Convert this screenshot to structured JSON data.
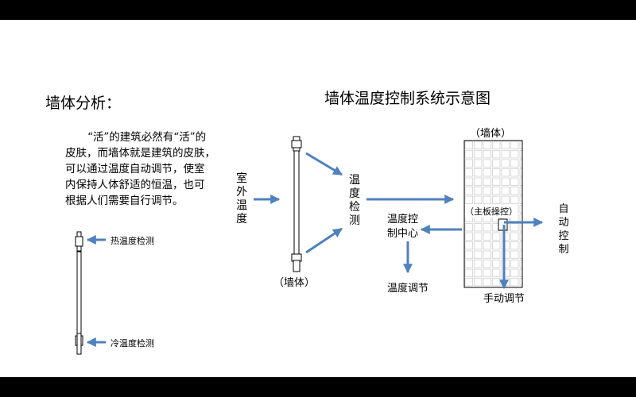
{
  "left_title": "墙体分析：",
  "right_title": "墙体温度控制系统示意图",
  "paragraph": [
    "“活”的建筑必然有“活”的",
    "皮肤，而墙体就是建筑的皮肤，",
    "可以通过温度自动调节，使室",
    "内保持人体舒适的恒温，也可",
    "根据人们需要自行调节。"
  ],
  "hot_label": "热温度检测",
  "cold_label": "冷温度检测",
  "outdoor_temp": "室外温度",
  "temp_detect": "温度检测",
  "wall_label_left": "（墙体）",
  "wall_label_right": "（墙体）",
  "control_center": [
    "温度控",
    "制中心"
  ],
  "temp_adjust": "温度调节",
  "board_label": "（主板操控）",
  "auto_control": "自动控制",
  "manual_adjust": "手动调节",
  "colors": {
    "arrow": "#4f81bd",
    "grid": "#d0d0d0",
    "outline": "#000000"
  }
}
